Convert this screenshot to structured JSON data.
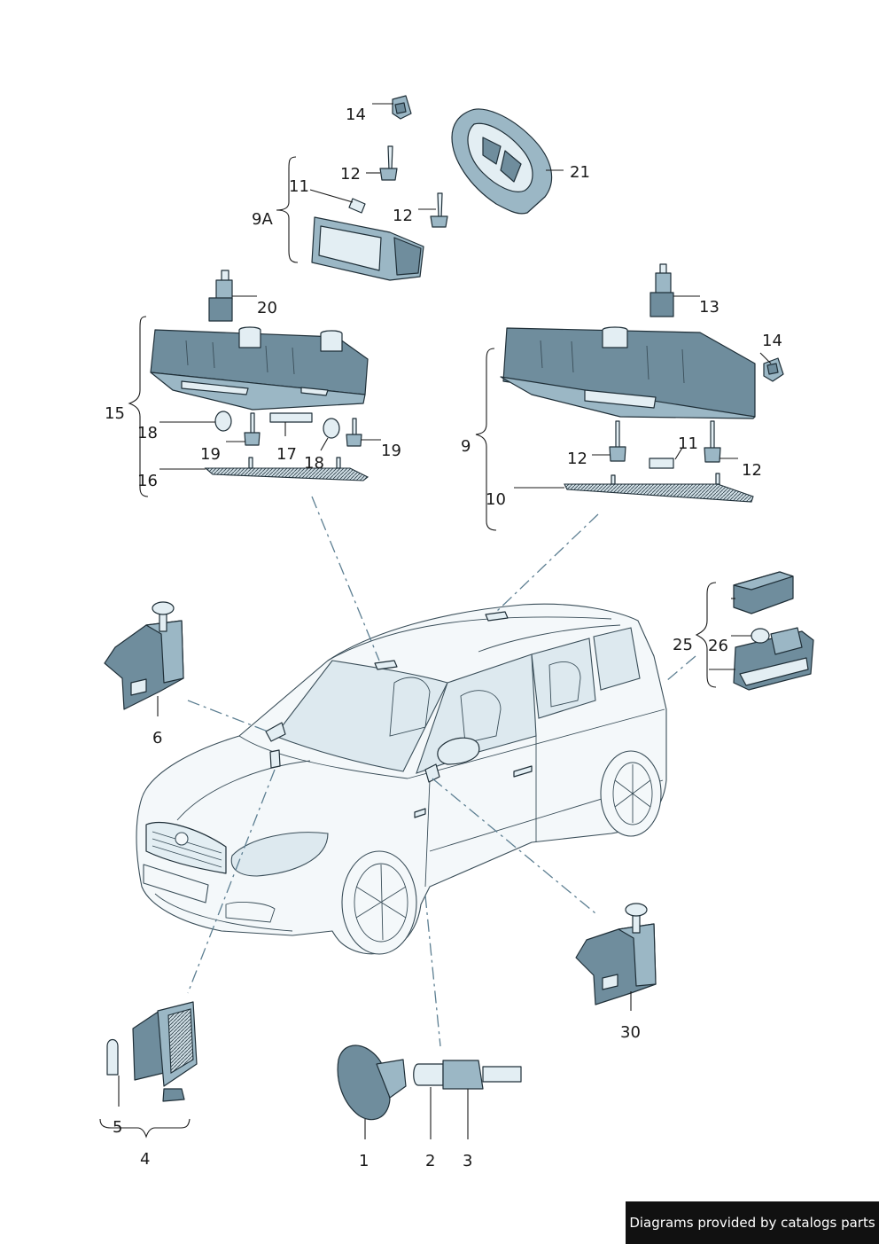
{
  "labels": {
    "l1": "1",
    "l2": "2",
    "l3": "3",
    "l4": "4",
    "l5": "5",
    "l6": "6",
    "l9": "9",
    "l9a": "9A",
    "l10": "10",
    "l11a": "11",
    "l11b": "11",
    "l12a": "12",
    "l12b": "12",
    "l12c": "12",
    "l12d": "12",
    "l13": "13",
    "l14a": "14",
    "l14b": "14",
    "l15": "15",
    "l16": "16",
    "l17": "17",
    "l18a": "18",
    "l18b": "18",
    "l19a": "19",
    "l19b": "19",
    "l20": "20",
    "l21": "21",
    "l25": "25",
    "l26": "26",
    "l30": "30"
  },
  "credit": "Diagrams provided by catalogs parts"
}
